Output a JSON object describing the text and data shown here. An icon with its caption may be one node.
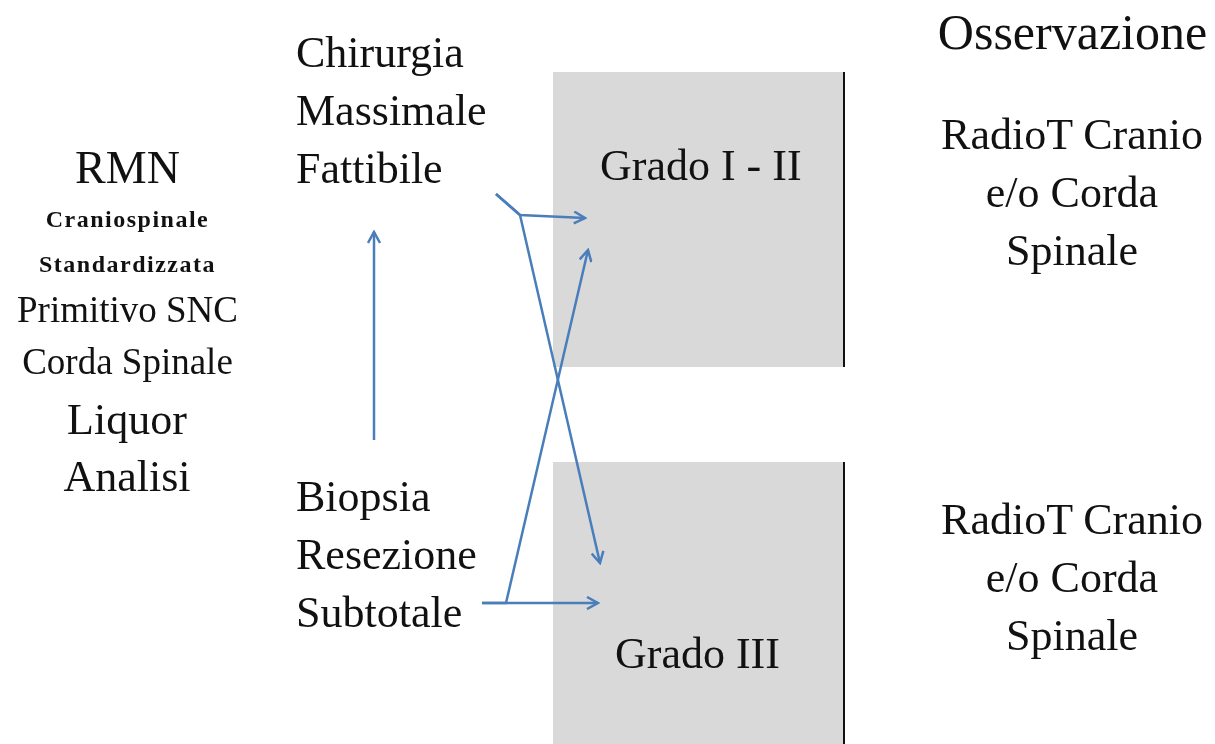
{
  "diagram": {
    "nodes": [
      {
        "text": [
          "Chirurgia Massimale Fattibile"
        ]
      },
      {
        "text": [
          "Grado I - II"
        ]
      },
      {
        "text": [
          "Biopsia Resezione Subtotale"
        ]
      },
      {
        "text": [
          "Grado III"
        ]
      }
    ],
    "edges": [
      {
        "from": 2,
        "to": 0,
        "arrow": "to"
      },
      {
        "from": 0,
        "to": 1,
        "arrow": "to"
      },
      {
        "from": 0,
        "to": 3,
        "arrow": "to"
      },
      {
        "from": 2,
        "to": 3,
        "arrow": "to"
      },
      {
        "from": 2,
        "to": 1,
        "arrow": "to"
      }
    ],
    "labels": [
      "Osservazione",
      "RMN",
      "Craniospinale Standardizzata",
      "Primitivo SNC Corda Spinale",
      "Liquor Analisi",
      "RadioT Cranio e/o Corda Spinale",
      "RadioT Cranio e/o Corda Spinale"
    ]
  }
}
